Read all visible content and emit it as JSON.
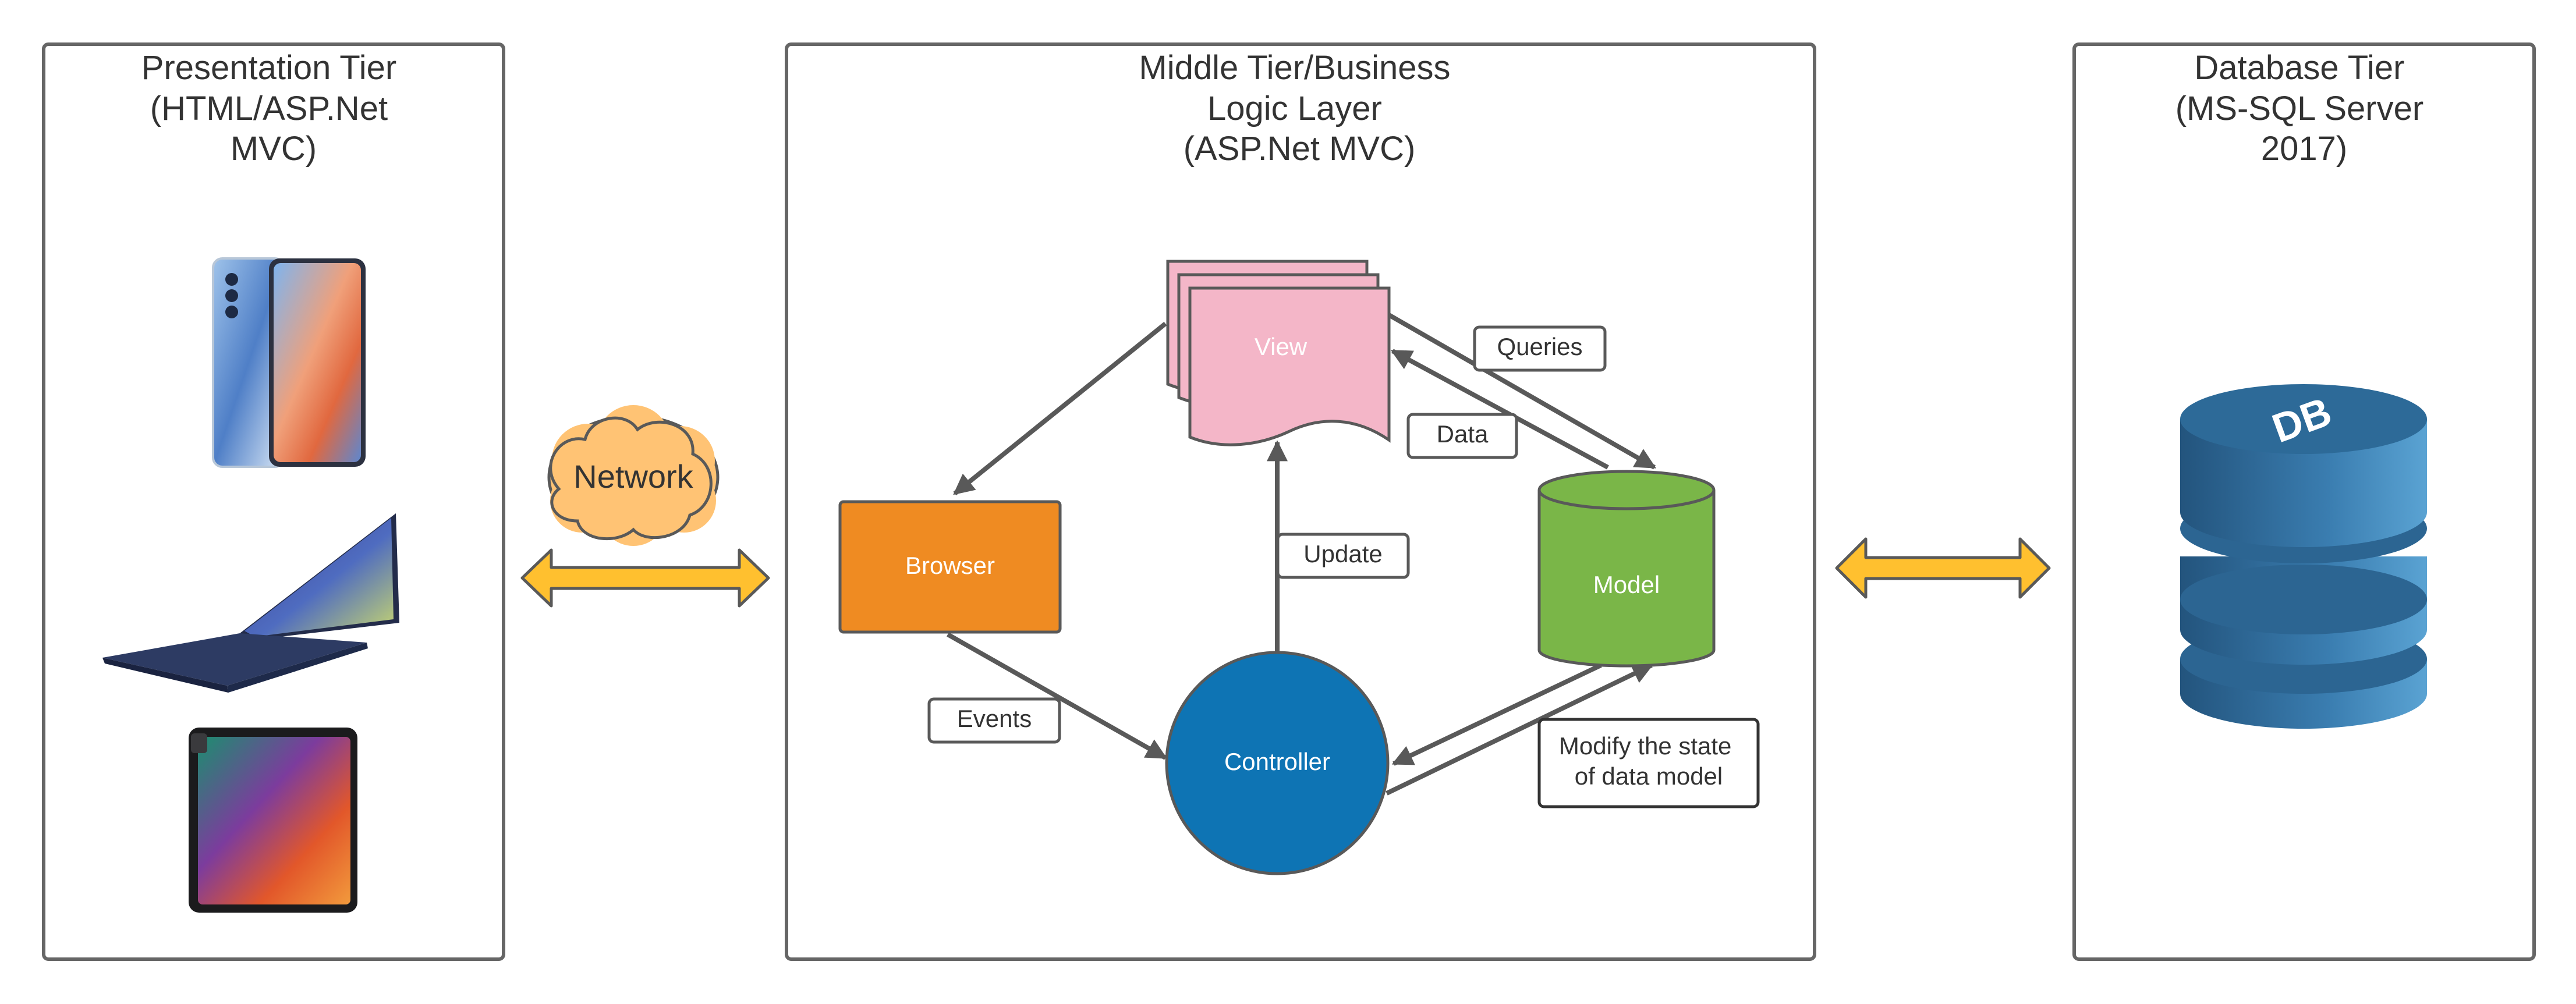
{
  "tiers": [
    {
      "id": "presentation",
      "title_lines": [
        "Presentation Tier",
        "(HTML/ASP.Net",
        "MVC)"
      ]
    },
    {
      "id": "middle",
      "title_lines": [
        "Middle Tier/Business",
        "Logic Layer",
        "(ASP.Net MVC)"
      ]
    },
    {
      "id": "database",
      "title_lines": [
        "Database Tier",
        "(MS-SQL Server",
        "2017)"
      ]
    }
  ],
  "network": {
    "label": "Network"
  },
  "mvc": {
    "view": "View",
    "browser": "Browser",
    "model": "Model",
    "controller": "Controller"
  },
  "edge_labels": {
    "queries": "Queries",
    "data": "Data",
    "update": "Update",
    "events": "Events",
    "modify_line1": "Modify the state",
    "modify_line2": "of data model"
  },
  "database_icon": {
    "lettering": "DB"
  },
  "devices": [
    "smartphone-icon",
    "laptop-icon",
    "tablet-icon"
  ],
  "colors": {
    "border": "#666666",
    "edge": "#595959",
    "browser": "#EF8B22",
    "view": "#F4B6C8",
    "model": "#7AB648",
    "controller": "#0E74B4",
    "network_cloud": "#FFC374",
    "double_arrow": "#FFC02F",
    "db_body": "#2E6A98"
  }
}
